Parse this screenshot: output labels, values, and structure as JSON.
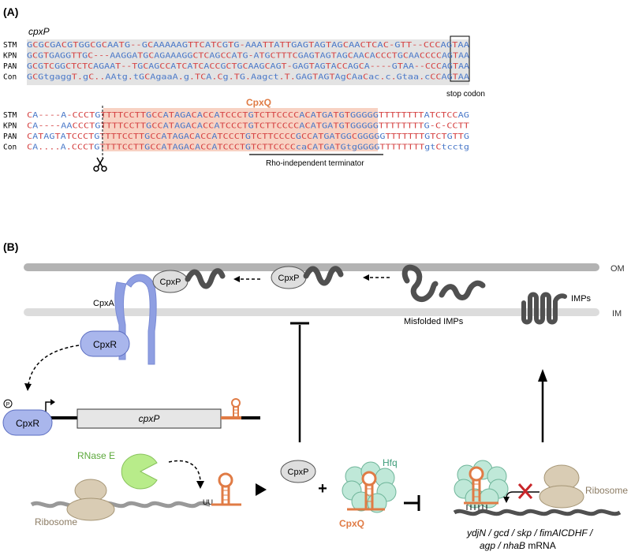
{
  "panel_a": {
    "label": "(A)",
    "gene_label": "cpxP",
    "rows_top": [
      {
        "name": "STM",
        "seq": "GCGCGACGTGGCGCAATG--GCAAAAAGTTCATCGTG-AAATTATTGAGTAGTAGCAACTCAC-GTT--CCCAGTAA"
      },
      {
        "name": "KPN",
        "seq": "GCGTGAGGTTGC---AAGGATGCAGAAAGGCTCAGCCATG-ATGCTTTCGAGTAGTAGCAACACCCTGCAACCCCAGTAA"
      },
      {
        "name": "PAN",
        "seq": "GCGTCGGCTCTCAGAAT--TGCAGCCATCATCACCGCTGCAAGCAGT-GAGTAGTACCAGCA----GTAA--CCCAGTAA"
      },
      {
        "name": "Con",
        "seq": "GCGtgaggT.gC..AAtg.tGCAgaaA.g.TCA.Cg.TG.Aagct.T.GAGTAGTAgCAaCac.c.Gtaa.cCCAGTAA"
      }
    ],
    "stop_codon_label": "stop codon",
    "cpxq_label": "CpxQ",
    "rows_bottom": [
      {
        "name": "STM",
        "seq": "CA----A-CCCTGTTTTCCTTGCCATAGACACCATCCCTGTCTTCCCCACATGATGTGGGGGTTTTTTTTATCTCCAG"
      },
      {
        "name": "KPN",
        "seq": "CA----AACCCTGTTTTCCTTGCCATAGACACCATCCCTGTCTTCCCCACATGATGTGGGGGTTTTTTTTG-C-CCTT"
      },
      {
        "name": "PAN",
        "seq": "CATAGTATCCCTGTTTTCCTTGCCATAGACACCATCCCTGTCTTCCCCGCCATGATGGCGGGGGTTTTTTTGTCTGTTG"
      },
      {
        "name": "Con",
        "seq": "CA....A.CCCTGTTTTCCTTGCCATAGACACCATCCCTGTCTTCCCCcaCATGATGtgGGGGTTTTTTTTgtCtcctg"
      }
    ],
    "terminator_label": "Rho-independent terminator"
  },
  "panel_b": {
    "label": "(B)",
    "om_label": "OM",
    "im_label": "IM",
    "cpxa_label": "CpxA",
    "cpxp_label": "CpxP",
    "cpxr_label": "CpxR",
    "phospho_label": "P",
    "misfolded_label": "Misfolded IMPs",
    "imps_label": "IMPs",
    "gene_label": "cpxP",
    "rnase_label": "RNase E",
    "ribosome_label": "Ribosome",
    "uu_label": "UU",
    "plus_label": "+",
    "hfq_label": "Hfq",
    "cpxq_label": "CpxQ",
    "targets_line1": "ydjN / gcd / skp / fimAICDHF /",
    "targets_line2_italic": "agp / nhaB",
    "targets_line2_suffix": " mRNA"
  },
  "colors": {
    "red_base": "#d64545",
    "blue_base": "#4a78c8",
    "highlight_orange": "#f8d2c3",
    "highlight_gray": "#dcdcdc",
    "cpxq_orange": "#e07b45",
    "hfq_green": "#bfe8d8",
    "rnase_green": "#b8ec8a",
    "cpx_purple": "#a9b6ec",
    "ribosome_tan": "#d9ccb4"
  }
}
